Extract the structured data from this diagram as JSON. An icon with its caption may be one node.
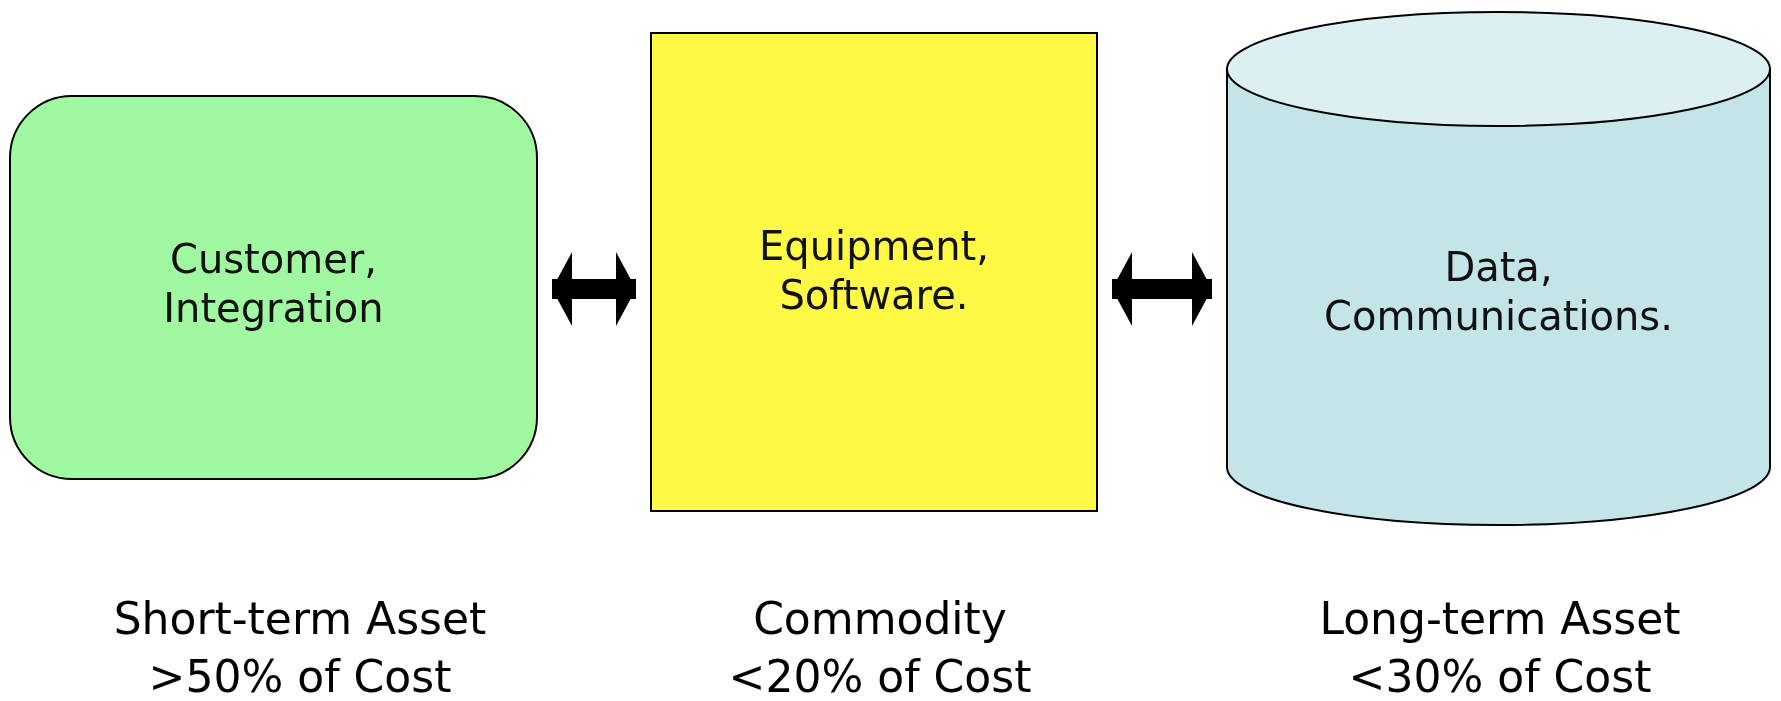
{
  "diagram": {
    "nodes": [
      {
        "text": [
          "Customer, Integration"
        ],
        "beside": [
          "Short-term Asset",
          ">50% of Cost"
        ]
      },
      {
        "text": [
          "Equipment, Software."
        ],
        "beside": [
          "Commodity",
          "<20% of Cost"
        ]
      },
      {
        "text": [
          "Data, Communications."
        ],
        "beside": [
          "Long-term Asset",
          "<30% of Cost"
        ]
      }
    ],
    "edges": [
      {
        "from": 0,
        "to": 1,
        "arrow": "both"
      },
      {
        "from": 1,
        "to": 2,
        "arrow": "both"
      }
    ]
  }
}
